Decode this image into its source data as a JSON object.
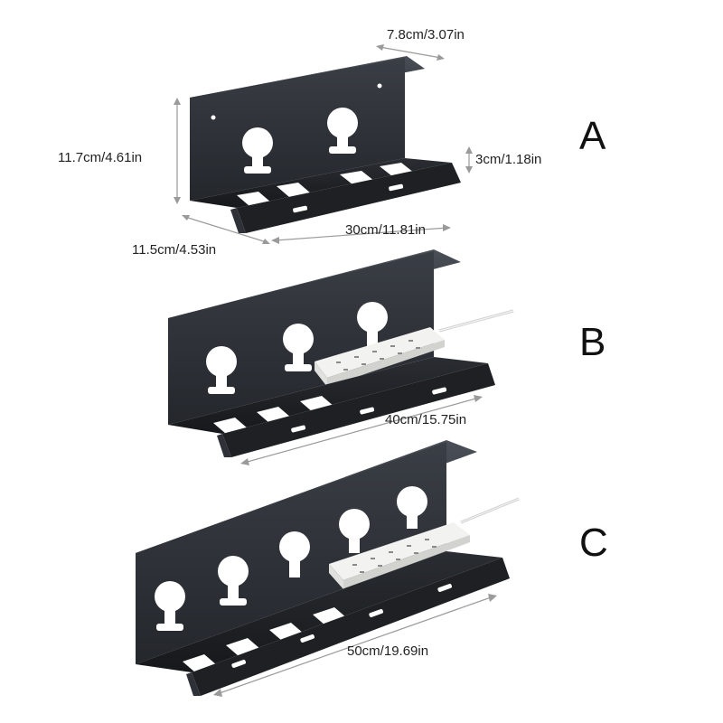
{
  "product": {
    "colors": {
      "metal": "#2b2e33",
      "metal_dark": "#1c1e22",
      "metal_light": "#3d4148",
      "strip": "#f1f1ef",
      "dim_line": "#9a9a9a"
    },
    "variants": [
      {
        "letter": "A",
        "dims": {
          "depth": "7.8cm/3.07in",
          "height": "11.7cm/4.61in",
          "lip": "3cm/1.18in",
          "length": "30cm/11.81in",
          "width": "11.5cm/4.53in"
        }
      },
      {
        "letter": "B",
        "dims": {
          "length": "40cm/15.75in"
        }
      },
      {
        "letter": "C",
        "dims": {
          "length": "50cm/19.69in"
        }
      }
    ]
  }
}
